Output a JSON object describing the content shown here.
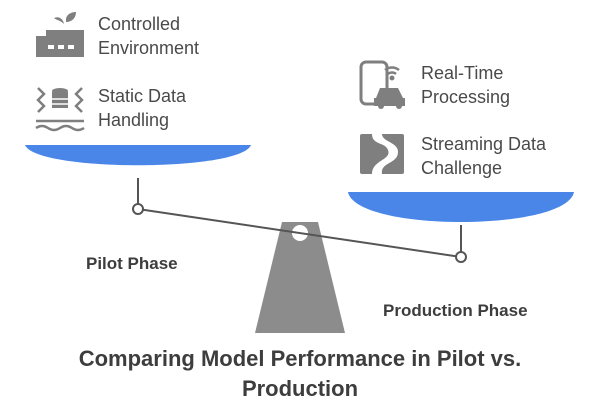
{
  "left_pan": {
    "items": [
      {
        "icon": "factory-plant-icon",
        "line1": "Controlled",
        "line2": "Environment"
      },
      {
        "icon": "database-icon",
        "line1": "Static Data",
        "line2": "Handling"
      }
    ],
    "phase_label": "Pilot Phase"
  },
  "right_pan": {
    "items": [
      {
        "icon": "phone-car-signal-icon",
        "line1": "Real-Time",
        "line2": "Processing"
      },
      {
        "icon": "winding-stream-icon",
        "line1": "Streaming Data",
        "line2": "Challenge"
      }
    ],
    "phase_label": "Production Phase"
  },
  "title": {
    "line1": "Comparing Model Performance in Pilot vs.",
    "line2": "Production"
  },
  "colors": {
    "pan": "#4a86e8",
    "fulcrum": "#8c8c8c",
    "icon": "#7f7f7f",
    "beam": "#555555"
  }
}
